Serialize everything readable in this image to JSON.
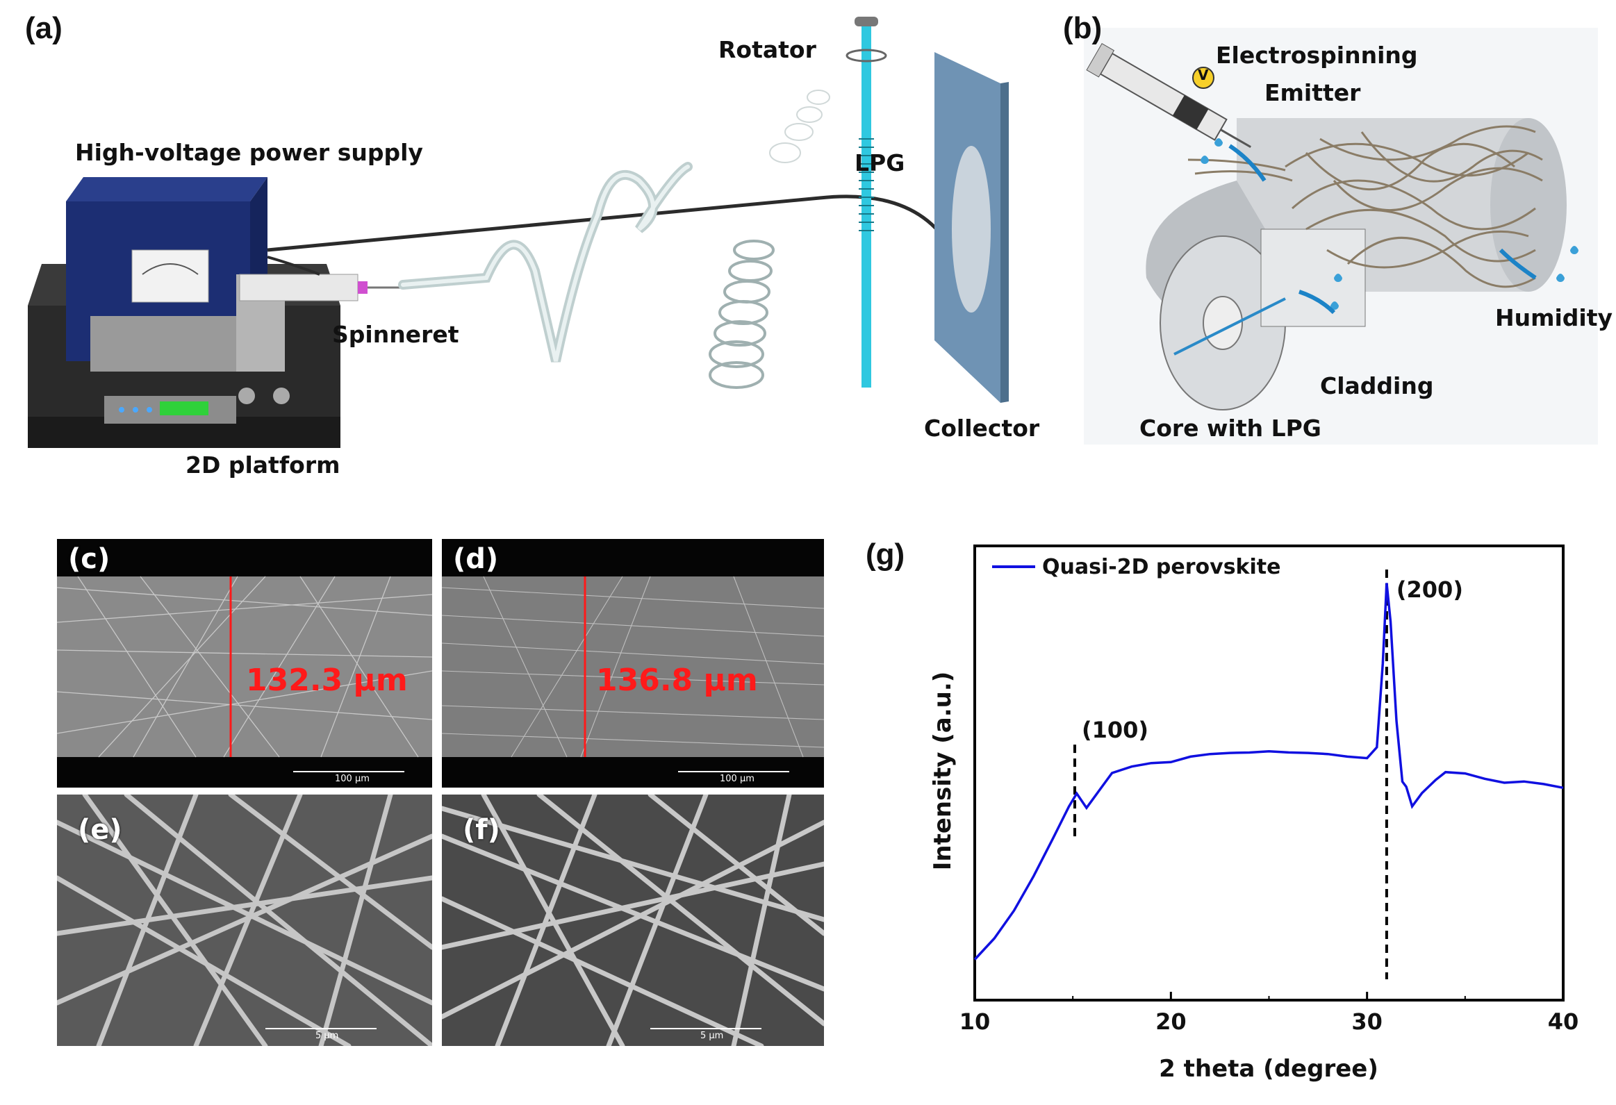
{
  "panels": {
    "a": {
      "label": "(a)",
      "texts": {
        "power_supply": "High-voltage power supply",
        "spinneret": "Spinneret",
        "platform": "2D platform",
        "rotator": "Rotator",
        "lpg": "LPG",
        "collector": "Collector"
      }
    },
    "b": {
      "label": "(b)",
      "texts": {
        "emitter_line1": "Electrospinning",
        "emitter_line2": "Emitter",
        "voltage": "V",
        "humidity": "Humidity",
        "cladding": "Cladding",
        "core": "Core with LPG"
      }
    },
    "c": {
      "label": "(c)",
      "measurement": "132.3 μm",
      "scale": "100 μm"
    },
    "d": {
      "label": "(d)",
      "measurement": "136.8 μm",
      "scale": "100 μm"
    },
    "e": {
      "label": "(e)",
      "scale": "5 μm"
    },
    "f": {
      "label": "(f)",
      "scale": "5 μm"
    },
    "g": {
      "label": "(g)"
    }
  },
  "chart_data": {
    "type": "line",
    "xlabel": "2 theta (degree)",
    "ylabel": "Intensity (a.u.)",
    "xlim": [
      10,
      40
    ],
    "xticks": [
      10,
      20,
      30,
      40
    ],
    "legend": {
      "placement": "top-left",
      "entries": [
        "Quasi-2D perovskite"
      ]
    },
    "series": [
      {
        "name": "Quasi-2D perovskite",
        "color": "#1010e0",
        "x": [
          10,
          11,
          12,
          13,
          14,
          14.8,
          15.2,
          15.7,
          16.3,
          17,
          18,
          19,
          20,
          21,
          22,
          23,
          24,
          25,
          26,
          27,
          28,
          29,
          30,
          30.5,
          30.8,
          31.0,
          31.2,
          31.5,
          31.8,
          32.0,
          32.3,
          32.8,
          33.5,
          34,
          35,
          36,
          37,
          38,
          39,
          40
        ],
        "values": [
          0.05,
          0.1,
          0.17,
          0.26,
          0.36,
          0.44,
          0.47,
          0.43,
          0.47,
          0.52,
          0.54,
          0.55,
          0.55,
          0.56,
          0.565,
          0.57,
          0.575,
          0.58,
          0.575,
          0.57,
          0.565,
          0.56,
          0.56,
          0.59,
          0.8,
          1.0,
          0.9,
          0.65,
          0.5,
          0.49,
          0.44,
          0.47,
          0.5,
          0.52,
          0.52,
          0.51,
          0.5,
          0.5,
          0.49,
          0.48
        ]
      }
    ],
    "annotations": [
      {
        "text": "(100)",
        "x": 15.1
      },
      {
        "text": "(200)",
        "x": 31.0
      }
    ]
  }
}
